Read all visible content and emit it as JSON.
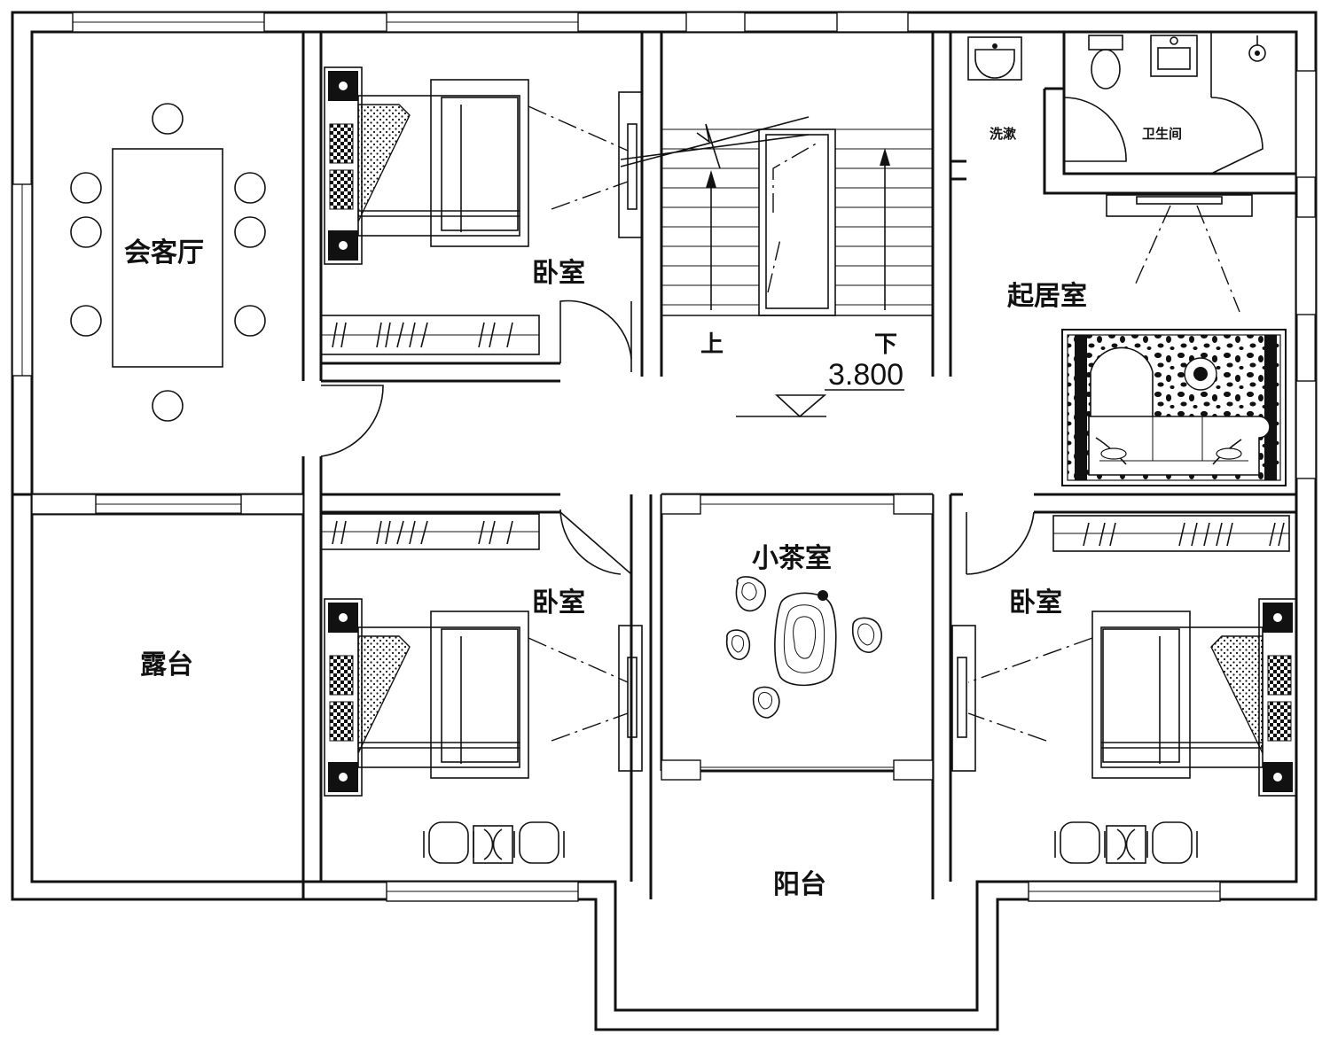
{
  "rooms": {
    "meeting_hall": "会客厅",
    "bedroom_top": "卧室",
    "living_room": "起居室",
    "wash": "洗漱",
    "toilet": "卫生间",
    "terrace": "露台",
    "tea_room": "小茶室",
    "bedroom_mid": "卧室",
    "bedroom_right": "卧室",
    "balcony": "阳台"
  },
  "stairs": {
    "up_label": "上",
    "down_label": "下"
  },
  "elevation": {
    "value": "3.800"
  }
}
